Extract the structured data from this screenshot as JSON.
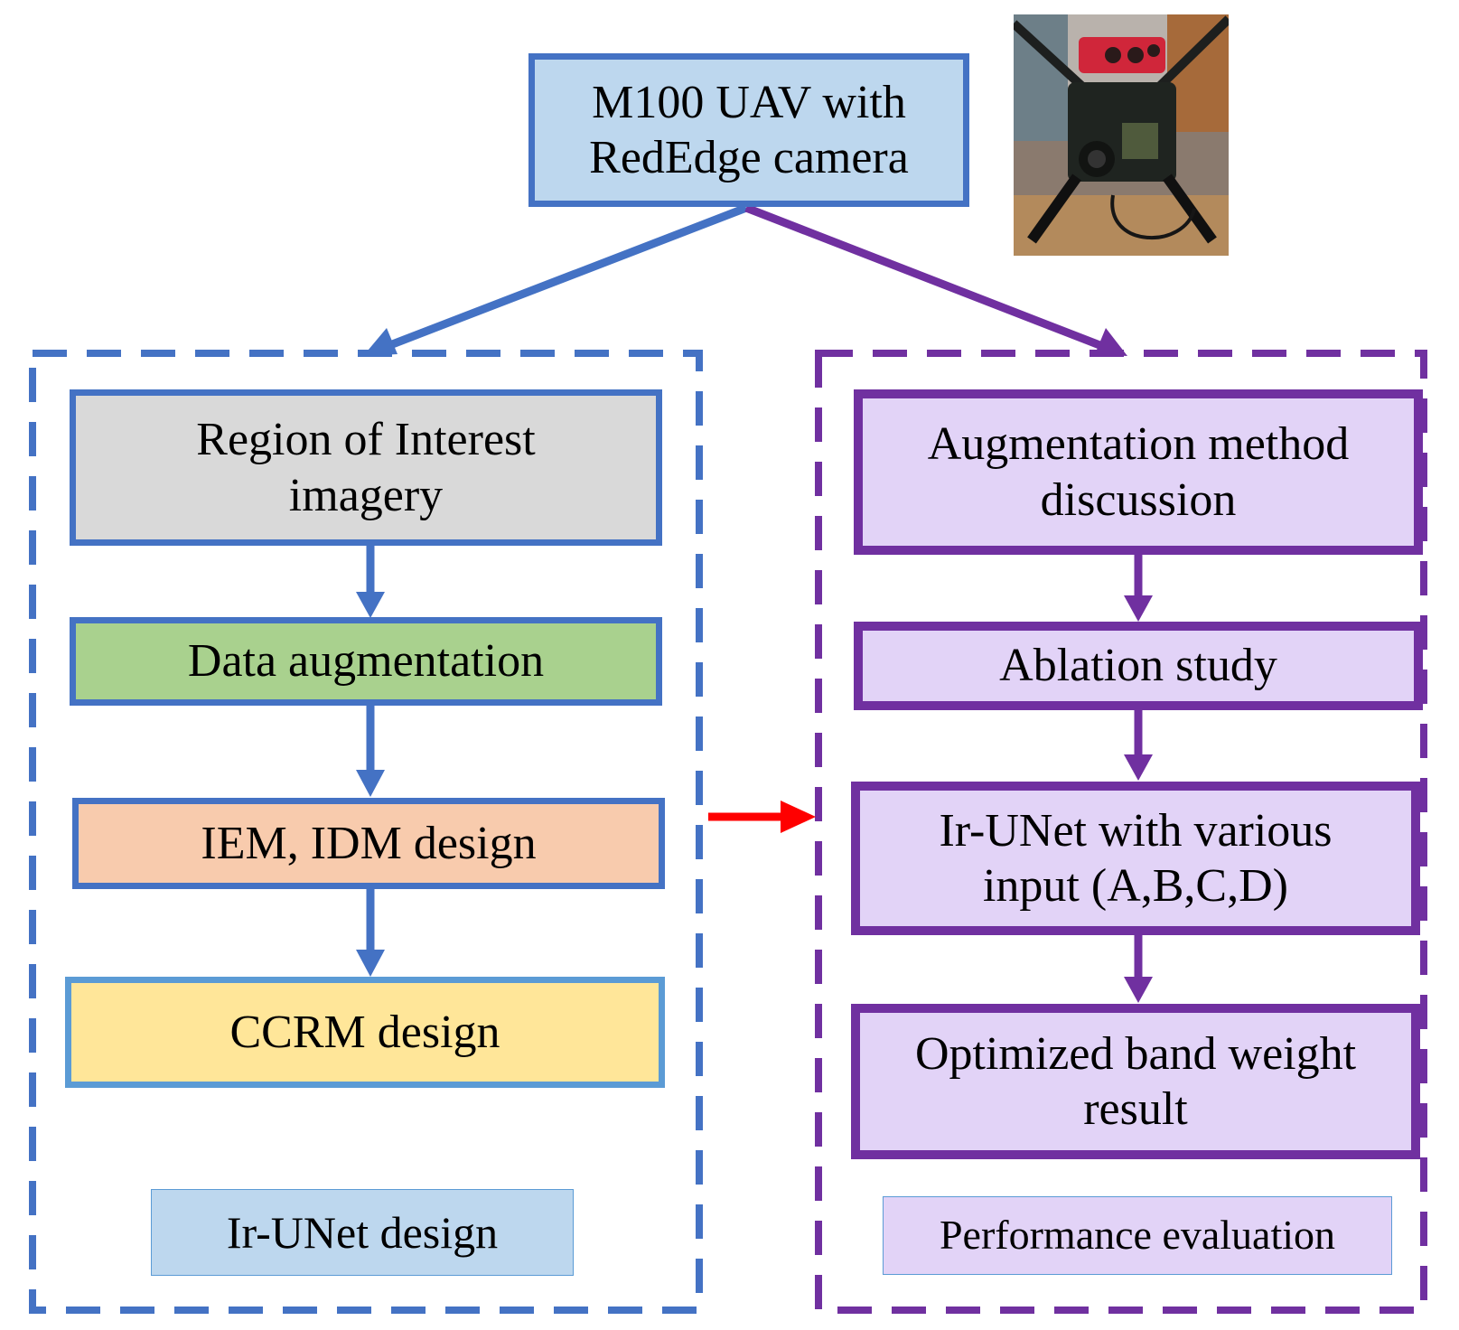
{
  "colors": {
    "blue": "#4472C4",
    "light_blue_border": "#5B9BD5",
    "purple": "#7030A0",
    "red": "#FF0000",
    "fill_light_blue": "#BDD7EE",
    "fill_gray": "#D9D9D9",
    "fill_green": "#A9D18E",
    "fill_orange": "#F8CBAD",
    "fill_yellow": "#FFE699",
    "fill_lavender": "#E2D3F7"
  },
  "top": {
    "line1": "M100 UAV with",
    "line2": "RedEdge camera"
  },
  "left_panel": {
    "roi_line1": "Region of Interest",
    "roi_line2": "imagery",
    "data_aug": "Data augmentation",
    "iem_idm": "IEM, IDM design",
    "ccrm": "CCRM design",
    "caption": "Ir-UNet design"
  },
  "right_panel": {
    "aug_line1": "Augmentation method",
    "aug_line2": "discussion",
    "ablation": "Ablation study",
    "irunet_line1": "Ir-UNet with various",
    "irunet_line2": "input (A,B,C,D)",
    "optimized_line1": "Optimized band weight",
    "optimized_line2": "result",
    "caption": "Performance evaluation"
  },
  "icons": {
    "photo": "uav-camera-photo-icon"
  }
}
